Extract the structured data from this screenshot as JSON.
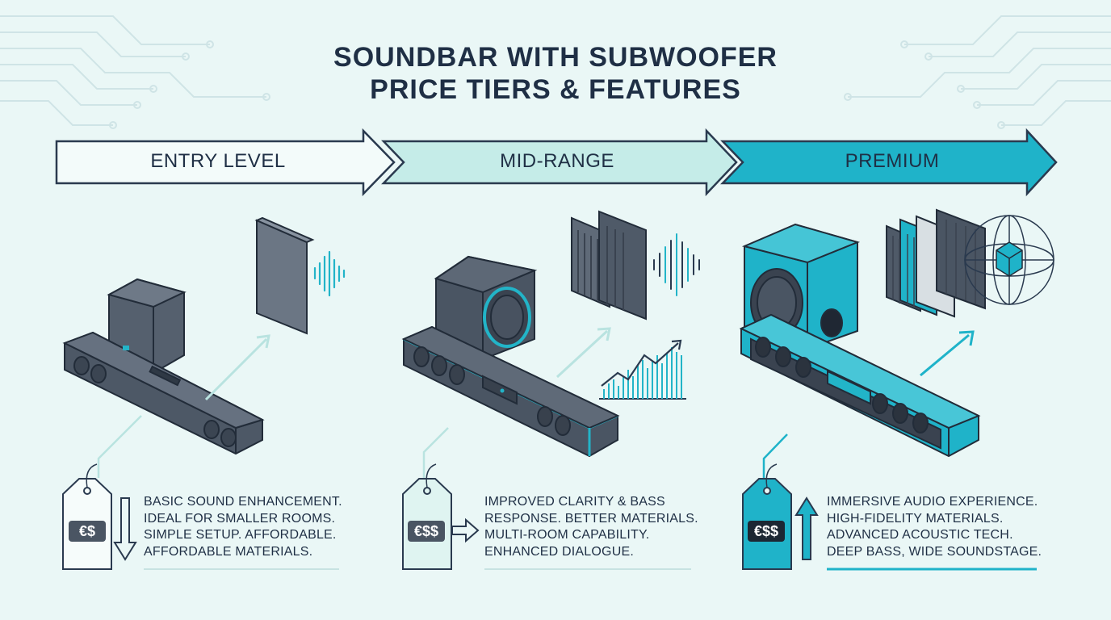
{
  "title": {
    "line1": "SOUNDBAR WITH SUBWOOFER",
    "line2": "PRICE TIERS & FEATURES"
  },
  "tiers": [
    {
      "label": "ENTRY LEVEL",
      "price": "€$",
      "trend": "down",
      "features": [
        "BASIC SOUND ENHANCEMENT.",
        "IDEAL FOR SMALLER ROOMS.",
        "SIMPLE SETUP. AFFORDABLE.",
        "AFFORDABLE MATERIALS."
      ]
    },
    {
      "label": "MID-RANGE",
      "price": "€$$",
      "trend": "right",
      "features": [
        "IMPROVED CLARITY & BASS",
        "RESPONSE. BETTER MATERIALS.",
        "MULTI-ROOM CAPABILITY.",
        "ENHANCED DIALOGUE."
      ]
    },
    {
      "label": "PREMIUM",
      "price": "€$$",
      "trend": "up",
      "features": [
        "IMMERSIVE AUDIO EXPERIENCE.",
        "HIGH-FIDELITY MATERIALS.",
        "ADVANCED ACOUSTIC TECH.",
        "DEEP BASS, WIDE SOUNDSTAGE."
      ]
    }
  ],
  "colors": {
    "background": "#eaf7f6",
    "ink": "#1f2f45",
    "accent": "#22b4c8",
    "mid_fill": "#c5ece8",
    "premium_fill": "#1fb3c9",
    "device_dark": "#4a5563",
    "circuit": "#cfe4e6"
  }
}
